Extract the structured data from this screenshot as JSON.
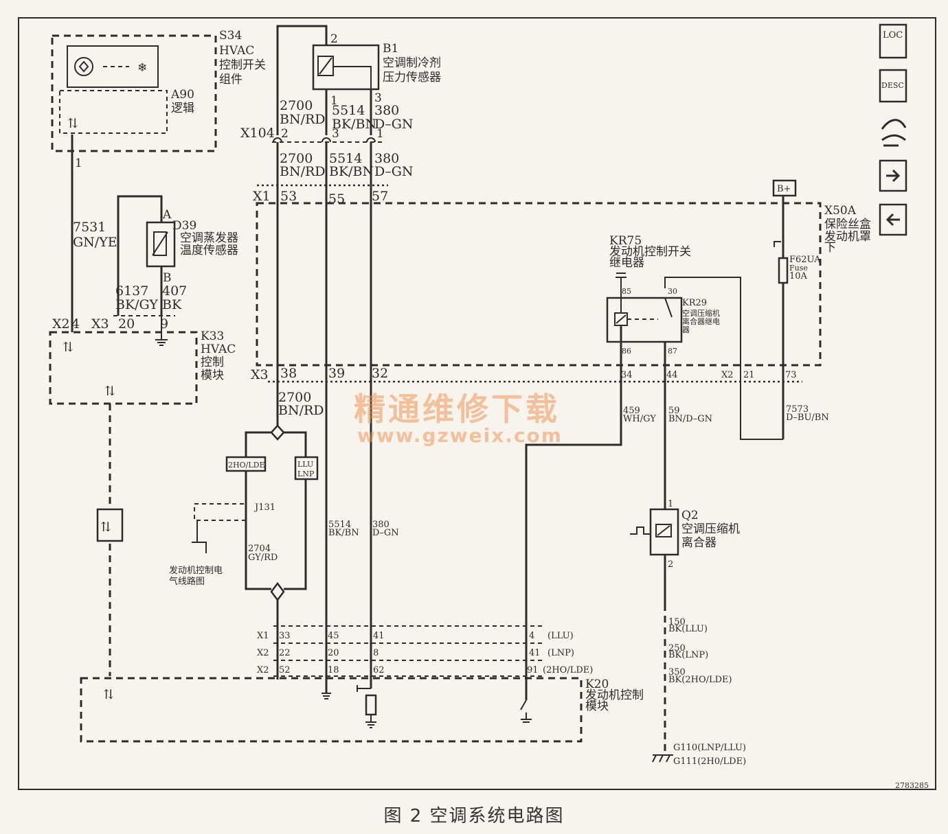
{
  "caption": "图 2   空调系统电路图",
  "watermark": {
    "line1": "精通维修下载",
    "line2": "www.gzweix.com"
  },
  "doc_id": "2783285",
  "nav": {
    "loc": "LOC",
    "desc": "DESC",
    "bplus": "B+"
  },
  "s34": {
    "id": "S34",
    "name1": "HVAC",
    "name2": "控制开关",
    "name3": "组件"
  },
  "a90": {
    "id": "A90",
    "name": "逻辑"
  },
  "b1": {
    "id": "B1",
    "name1": "空调制冷剂",
    "name2": "压力传感器",
    "pin2": "2",
    "pin1": "1",
    "pin3": "3"
  },
  "d39": {
    "id": "D39",
    "name1": "空调蒸发器",
    "name2": "温度传感器",
    "pinA": "A",
    "pinB": "B"
  },
  "k33": {
    "id": "K33",
    "name1": "HVAC",
    "name2": "控制",
    "name3": "模块"
  },
  "x50a": {
    "id": "X50A",
    "name1": "保险丝盒",
    "name2": "发动机罩",
    "name3": "下"
  },
  "kr75": {
    "id": "KR75",
    "name1": "发动机控制开关",
    "name2": "继电器"
  },
  "kr29": {
    "id": "KR29",
    "name1": "空调压缩机",
    "name2": "离合器继电",
    "name3": "器",
    "p85": "85",
    "p30": "30",
    "p86": "86",
    "p87": "87"
  },
  "fuse": {
    "id": "F62UA",
    "l2": "Fuse",
    "l3": "10A"
  },
  "q2": {
    "id": "Q2",
    "name1": "空调压缩机",
    "name2": "离合器",
    "p1": "1",
    "p2": "2"
  },
  "k20": {
    "id": "K20",
    "name1": "发动机控制",
    "name2": "模块"
  },
  "j131": {
    "id": "J131"
  },
  "engine_ref": {
    "l1": "发动机控制电",
    "l2": "气线路图"
  },
  "option": {
    "a": "2HO/LDE",
    "b1": "LLU",
    "b2": "LNP"
  },
  "wires": {
    "w2700": "2700",
    "w2700c": "BN/RD",
    "w5514": "5514",
    "w5514c": "BK/BN",
    "w380": "380",
    "w380c": "D–GN",
    "w7531": "7531",
    "w7531c": "GN/YE",
    "w6137": "6137",
    "w6137c": "BK/GY",
    "w407": "407",
    "w407c": "BK",
    "w2704": "2704",
    "w2704c": "GY/RD",
    "w459": "459",
    "w459c": "WH/GY",
    "w59": "59",
    "w59c": "BN/D–GN",
    "w7573": "7573",
    "w7573c": "D–BU/BN",
    "w150": "150",
    "w150c": "BK(LLU)",
    "w250": "250",
    "w250c": "BK(LNP)",
    "w350": "350",
    "w350c": "BK(2HO/LDE)"
  },
  "connectors": {
    "x104": "X104",
    "x1": "X1",
    "x2": "X2",
    "x3": "X3",
    "p1": "1",
    "p2": "2",
    "p3": "3",
    "p4": "4",
    "p9": "9",
    "p20": "20",
    "p53": "53",
    "p55": "55",
    "p57": "57",
    "p38": "38",
    "p39": "39",
    "p32": "32",
    "p34": "34",
    "p44": "44",
    "p21": "21",
    "p73": "73",
    "p33": "33",
    "p45": "45",
    "p41": "41",
    "p4b": "4",
    "p22": "22",
    "p20b": "20",
    "p8": "8",
    "p41b": "41",
    "p52": "52",
    "p18": "18",
    "p62": "62",
    "p91": "91",
    "r1": "(LLU)",
    "r2": "(LNP)",
    "r3": "(2HO/LDE)"
  },
  "grounds": {
    "g1": "G110(LNP/LLU)",
    "g2": "G111(2H0/LDE)"
  }
}
